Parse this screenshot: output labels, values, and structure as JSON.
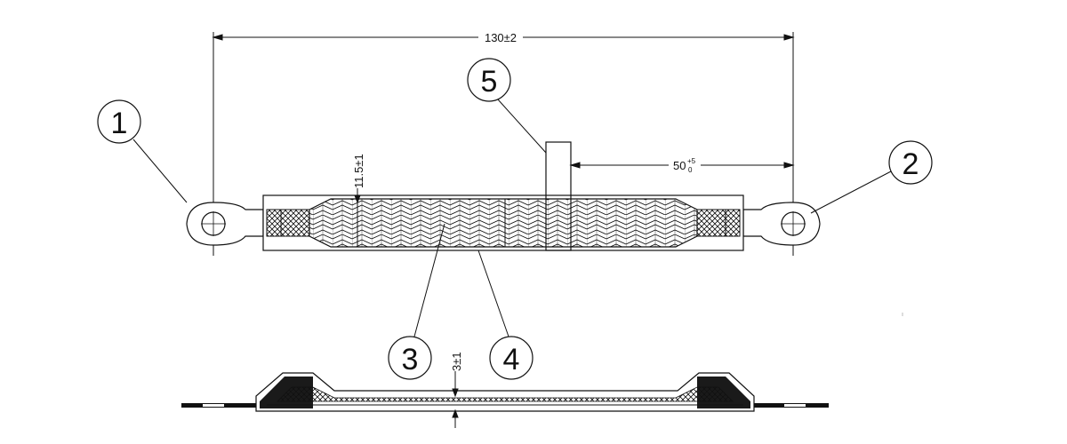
{
  "dimensions": {
    "overall_length": "130±2",
    "width": "11.5±1",
    "offset_value": "50",
    "offset_tol_upper": "+5",
    "offset_tol_lower": "0",
    "thickness": "3±1"
  },
  "callouts": [
    {
      "number": "1",
      "meaning": "left lug"
    },
    {
      "number": "2",
      "meaning": "right lug"
    },
    {
      "number": "3",
      "meaning": "braided conductor"
    },
    {
      "number": "4",
      "meaning": "sleeve"
    },
    {
      "number": "5",
      "meaning": "tab"
    }
  ],
  "colors": {
    "line": "#111111",
    "fill_dark": "#1a1a1a",
    "paper": "#ffffff"
  }
}
